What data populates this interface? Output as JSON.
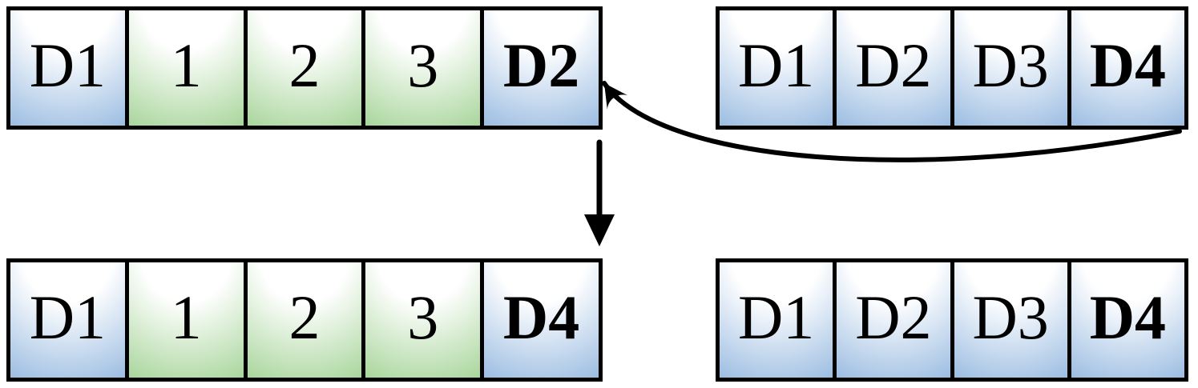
{
  "colors": {
    "cell_blue": "#7BA7D8",
    "cell_green": "#8CC87B",
    "cell_highlight": "#FFFFFF",
    "border": "#000000",
    "arrow": "#000000"
  },
  "rows": {
    "top_left": {
      "cells": [
        {
          "label": "D1",
          "color": "blue",
          "bold": false
        },
        {
          "label": "1",
          "color": "green",
          "bold": false
        },
        {
          "label": "2",
          "color": "green",
          "bold": false
        },
        {
          "label": "3",
          "color": "green",
          "bold": false
        },
        {
          "label": "D2",
          "color": "blue",
          "bold": true
        }
      ]
    },
    "top_right": {
      "cells": [
        {
          "label": "D1",
          "color": "blue",
          "bold": false
        },
        {
          "label": "D2",
          "color": "blue",
          "bold": false
        },
        {
          "label": "D3",
          "color": "blue",
          "bold": false
        },
        {
          "label": "D4",
          "color": "blue",
          "bold": true
        }
      ]
    },
    "bottom_left": {
      "cells": [
        {
          "label": "D1",
          "color": "blue",
          "bold": false
        },
        {
          "label": "1",
          "color": "green",
          "bold": false
        },
        {
          "label": "2",
          "color": "green",
          "bold": false
        },
        {
          "label": "3",
          "color": "green",
          "bold": false
        },
        {
          "label": "D4",
          "color": "blue",
          "bold": true
        }
      ]
    },
    "bottom_right": {
      "cells": [
        {
          "label": "D1",
          "color": "blue",
          "bold": false
        },
        {
          "label": "D2",
          "color": "blue",
          "bold": false
        },
        {
          "label": "D3",
          "color": "blue",
          "bold": false
        },
        {
          "label": "D4",
          "color": "blue",
          "bold": true
        }
      ]
    }
  },
  "icons": {
    "swap_arrow": "curved-arrow-icon",
    "transition_arrow": "down-arrow-icon"
  }
}
